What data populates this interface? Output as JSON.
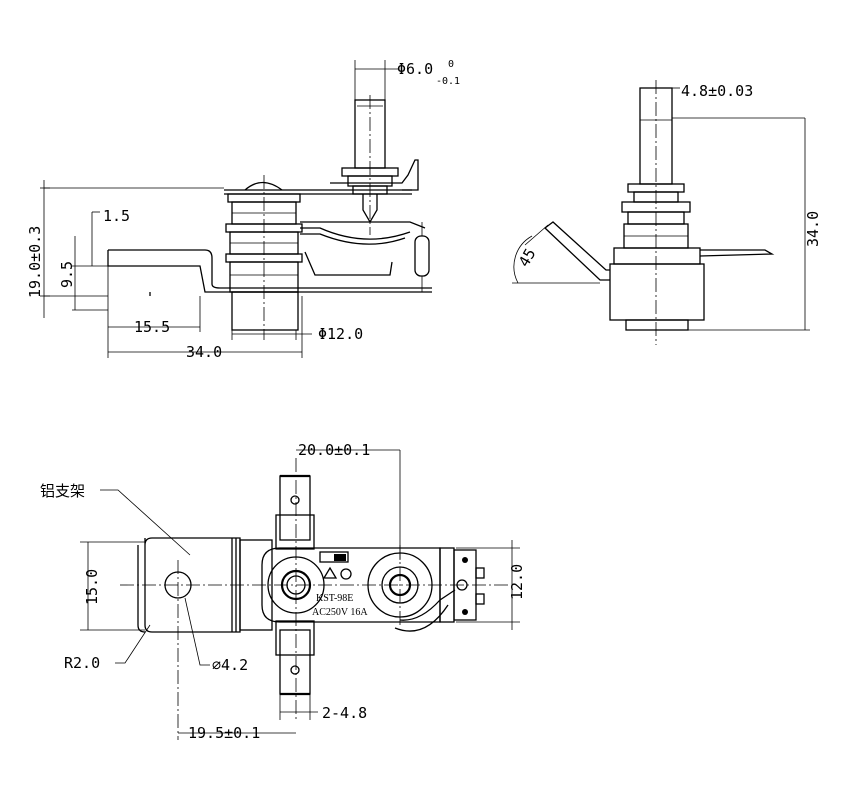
{
  "side_view": {
    "shaft_diameter": "Φ6.0",
    "shaft_tol_upper": "0",
    "shaft_tol_lower": "-0.1",
    "total_height": "19.0±0.3",
    "bracket_thickness": "1.5",
    "bracket_height": "9.5",
    "bracket_length": "15.5",
    "overall_length": "34.0",
    "body_diameter": "Φ12.0"
  },
  "front_view": {
    "shaft_dia": "4.8±0.03",
    "angle": "45",
    "total_height": "34.0"
  },
  "top_view": {
    "bracket_label": "铝支架",
    "terminal_spacing": "20.0±0.1",
    "bracket_width": "15.0",
    "terminal_block_width": "12.0",
    "corner_radius": "R2.0",
    "hole_diameter": "⌀4.2",
    "hole_offset": "19.5±0.1",
    "terminal_width": "2-4.8",
    "model": "KST-98E",
    "rating": "AC250V 16A"
  }
}
